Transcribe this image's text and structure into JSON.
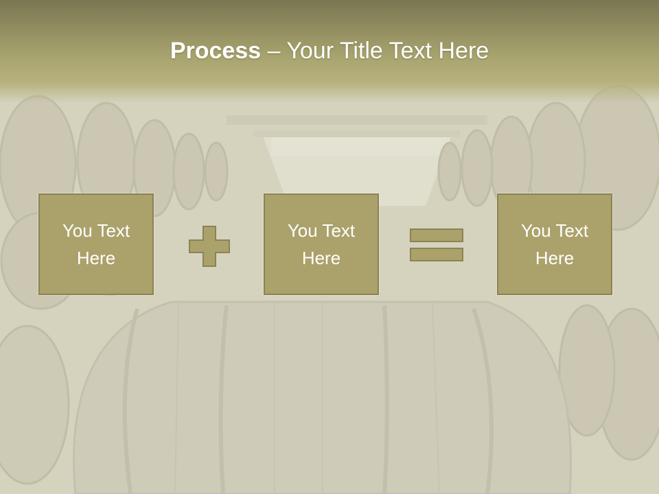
{
  "slide": {
    "title_bold": "Process",
    "title_separator": " – ",
    "title_rest": "Your Title Text Here",
    "colors": {
      "header_top": "#7a7651",
      "header_bottom": "#b6b17d",
      "box_fill": "#aba16b",
      "box_border": "#8a8354",
      "symbol_fill": "#aba16b",
      "text": "#ffffff"
    },
    "boxes": [
      {
        "text": "You Text Here"
      },
      {
        "text": "You Text Here"
      },
      {
        "text": "You Text Here"
      }
    ],
    "operators": [
      "plus-icon",
      "equals-icon"
    ]
  }
}
